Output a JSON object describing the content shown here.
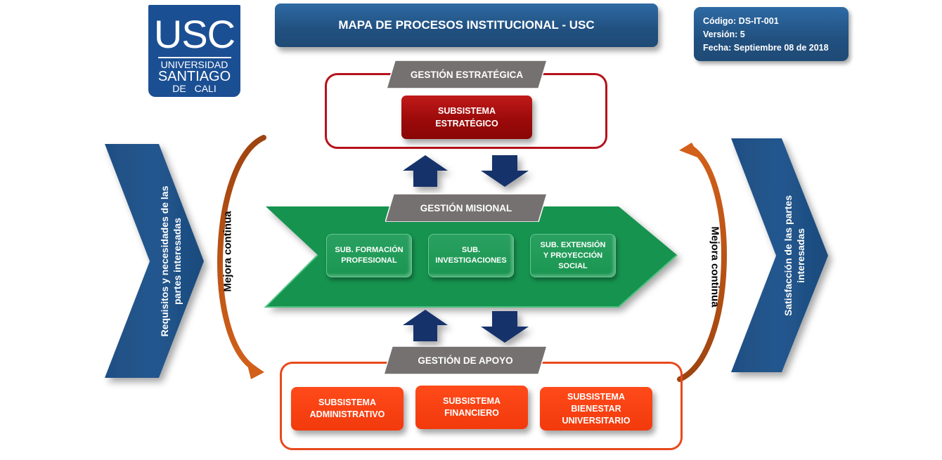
{
  "logo": {
    "acronym": "USC",
    "line1": "UNIVERSIDAD",
    "line2": "SANTIAGO",
    "line3": "DE CALI",
    "color": "#1b4f93"
  },
  "header": {
    "title": "MAPA DE PROCESOS INSTITUCIONAL - USC"
  },
  "document_info": {
    "code": "Código: DS-IT-001",
    "version": "Versión: 5",
    "date": "Fecha: Septiembre 08 de 2018"
  },
  "strategic": {
    "label": "GESTIÓN ESTRATÉGICA",
    "frame_color": "#b5121b",
    "subsystems": [
      {
        "line1": "SUBSISTEMA",
        "line2": "ESTRATÉGICO"
      }
    ]
  },
  "missional": {
    "label": "GESTIÓN MISIONAL",
    "color": "#1a9651",
    "subsystems": [
      {
        "line1": "SUB. FORMACIÓN",
        "line2": "PROFESIONAL",
        "line3": ""
      },
      {
        "line1": "SUB.",
        "line2": "INVESTIGACIONES",
        "line3": ""
      },
      {
        "line1": "SUB. EXTENSIÓN",
        "line2": "Y PROYECCIÓN",
        "line3": "SOCIAL"
      }
    ]
  },
  "support": {
    "label": "GESTIÓN DE APOYO",
    "frame_color": "#e8491d",
    "subsystems": [
      {
        "line1": "SUBSISTEMA",
        "line2": "ADMINISTRATIVO",
        "line3": ""
      },
      {
        "line1": "SUBSISTEMA",
        "line2": "FINANCIERO",
        "line3": ""
      },
      {
        "line1": "SUBSISTEMA",
        "line2": "BIENESTAR",
        "line3": "UNIVERSITARIO"
      }
    ]
  },
  "inputs": {
    "line1": "Requisitos y necesidades de las",
    "line2": "partes interesadas"
  },
  "outputs": {
    "line1": "Satisfacción de las partes",
    "line2": "interesadas"
  },
  "improvement": {
    "left_label": "Mejora continua",
    "right_label": "Mejora continua",
    "arrow_color": "#c55a11"
  },
  "flow_arrows": {
    "color": "#12306b"
  }
}
